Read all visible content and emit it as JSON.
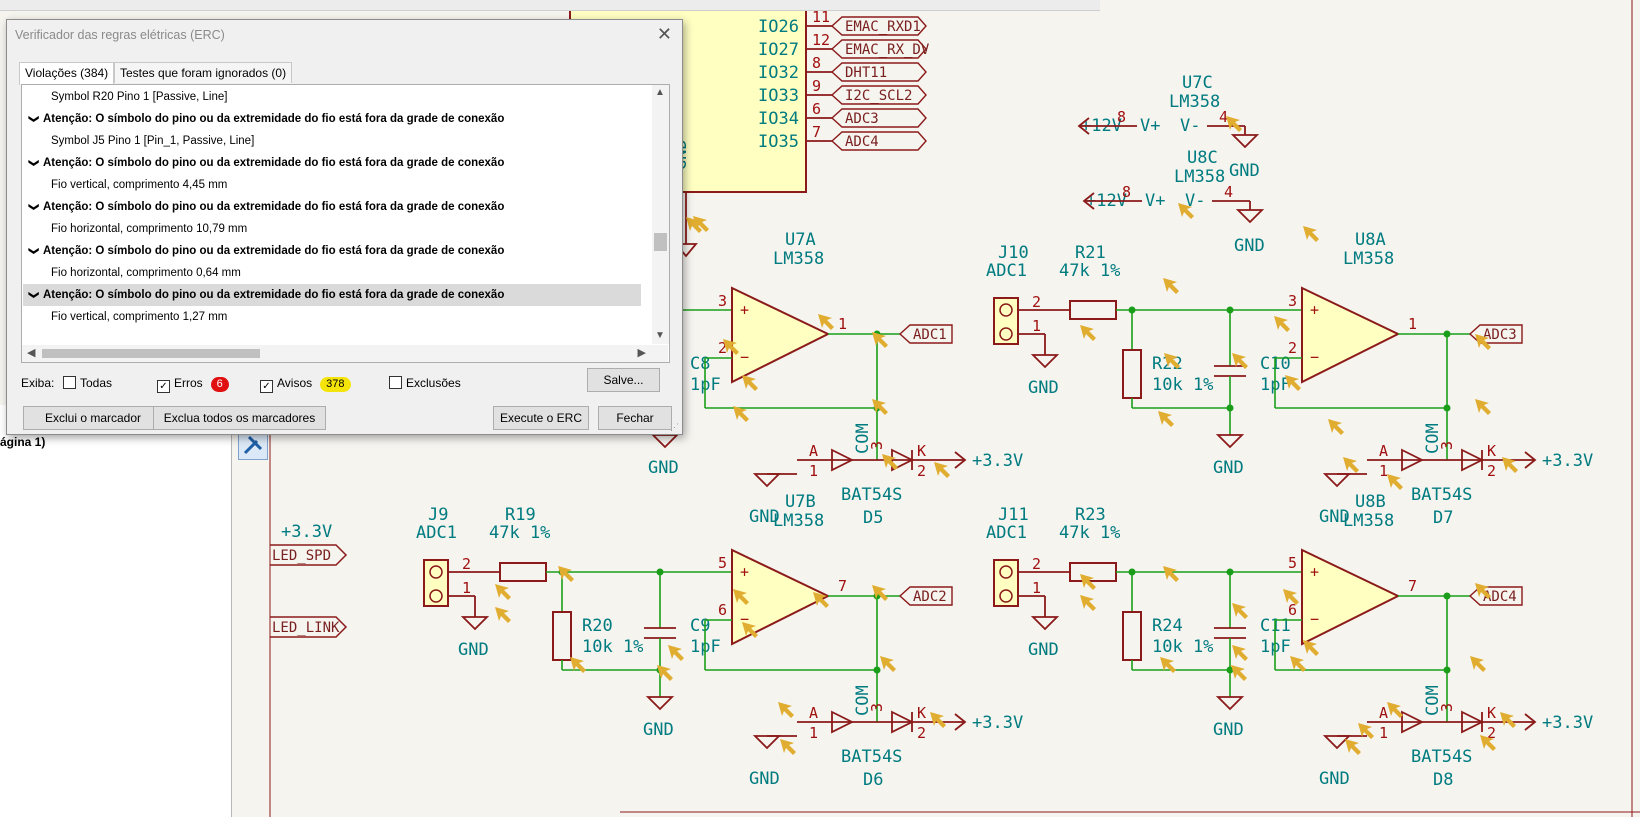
{
  "dialog": {
    "title": "Verificador das regras elétricas (ERC)",
    "close_glyph": "✕",
    "tabs": [
      "Violações (384)",
      "Testes que foram ignorados (0)"
    ],
    "violations": [
      {
        "kind": "detail",
        "text": "Symbol R20 Pino 1 [Passive, Line]"
      },
      {
        "kind": "heading",
        "text": "Atenção: O símbolo do pino ou da extremidade do fio está fora da grade de conexão"
      },
      {
        "kind": "detail",
        "text": "Symbol J5 Pino 1 [Pin_1, Passive, Line]"
      },
      {
        "kind": "heading",
        "text": "Atenção: O símbolo do pino ou da extremidade do fio está fora da grade de conexão"
      },
      {
        "kind": "detail",
        "text": "Fio vertical, comprimento 4,45 mm"
      },
      {
        "kind": "heading",
        "text": "Atenção: O símbolo do pino ou da extremidade do fio está fora da grade de conexão"
      },
      {
        "kind": "detail",
        "text": "Fio horizontal, comprimento 10,79 mm"
      },
      {
        "kind": "heading",
        "text": "Atenção: O símbolo do pino ou da extremidade do fio está fora da grade de conexão"
      },
      {
        "kind": "detail",
        "text": "Fio horizontal, comprimento 0,64 mm"
      },
      {
        "kind": "heading",
        "selected": true,
        "text": "Atenção: O símbolo do pino ou da extremidade do fio está fora da grade de conexão"
      },
      {
        "kind": "detail",
        "text": "Fio vertical, comprimento 1,27 mm"
      }
    ],
    "filters": {
      "show_label": "Exiba:",
      "all": {
        "label": "Todas",
        "checked": false
      },
      "errors": {
        "label": "Erros",
        "checked": true,
        "count": "6",
        "color": "#e01010"
      },
      "warnings": {
        "label": "Avisos",
        "checked": true,
        "count": "378",
        "color": "#f5e40a"
      },
      "exclusions": {
        "label": "Exclusões",
        "checked": false
      },
      "save_label": "Salve..."
    },
    "buttons": {
      "delete_marker": "Exclui o marcador",
      "delete_all_markers": "Exclua todos os marcadores",
      "run_erc": "Execute o ERC",
      "close": "Fechar"
    }
  },
  "left_panel": {
    "item": "ágina 1)"
  },
  "schematic": {
    "mcu_pins": [
      {
        "name": "IO26",
        "num": "11",
        "label": "EMAC_RXD1"
      },
      {
        "name": "IO27",
        "num": "12",
        "label": "EMAC_RX_DV"
      },
      {
        "name": "IO32",
        "num": "8",
        "label": "DHT11"
      },
      {
        "name": "IO33",
        "num": "9",
        "label": "I2C_SCL2"
      },
      {
        "name": "IO34",
        "num": "6",
        "label": "ADC3"
      },
      {
        "name": "IO35",
        "num": "7",
        "label": "ADC4"
      }
    ],
    "mcu_gnd": "GND",
    "power_units": [
      {
        "ref": "U7C",
        "value": "LM358",
        "rail": "+12V",
        "pin_v": "8",
        "pin_g": "4",
        "vplus": "V+",
        "vminus": "V-",
        "gnd": "GND"
      },
      {
        "ref": "U8C",
        "value": "LM358",
        "rail": "+12V",
        "pin_v": "8",
        "pin_g": "4",
        "vplus": "V+",
        "vminus": "V-",
        "gnd": "GND"
      }
    ],
    "stages": [
      {
        "conn": "",
        "conn_val": "",
        "r1": "",
        "r1v": "",
        "r2": "",
        "r2v": "",
        "cap": "C8",
        "capv": "1pF",
        "opamp": "U7A",
        "opval": "LM358",
        "pin_p": "3",
        "pin_n": "2",
        "pin_o": "1",
        "out": "ADC1",
        "diode": "BAT54S",
        "dref": "D5",
        "rail": "+3.3V"
      },
      {
        "conn": "J10",
        "conn_val": "ADC1",
        "r1": "R21",
        "r1v": "47k 1%",
        "r2": "R22",
        "r2v": "10k 1%",
        "cap": "C10",
        "capv": "1pF",
        "opamp": "U8A",
        "opval": "LM358",
        "pin_p": "3",
        "pin_n": "2",
        "pin_o": "1",
        "out": "ADC3",
        "diode": "BAT54S",
        "dref": "D7",
        "rail": "+3.3V"
      },
      {
        "conn": "J9",
        "conn_val": "ADC1",
        "r1": "R19",
        "r1v": "47k 1%",
        "r2": "R20",
        "r2v": "10k 1%",
        "cap": "C9",
        "capv": "1pF",
        "opamp": "U7B",
        "opval": "LM358",
        "pin_p": "5",
        "pin_n": "6",
        "pin_o": "7",
        "out": "ADC2",
        "diode": "BAT54S",
        "dref": "D6",
        "rail": "+3.3V"
      },
      {
        "conn": "J11",
        "conn_val": "ADC1",
        "r1": "R23",
        "r1v": "47k 1%",
        "r2": "R24",
        "r2v": "10k 1%",
        "cap": "C11",
        "capv": "1pF",
        "opamp": "U8B",
        "opval": "LM358",
        "pin_p": "5",
        "pin_n": "6",
        "pin_o": "7",
        "out": "ADC4",
        "diode": "BAT54S",
        "dref": "D8",
        "rail": "+3.3V"
      }
    ],
    "gnd": "GND",
    "diode_a": "A",
    "diode_k": "K",
    "diode_com": "COM",
    "diode_pins": [
      "1",
      "3",
      "2"
    ],
    "conn_pins": [
      "2",
      "1"
    ],
    "left_rail": "+3.3V",
    "left_labels": [
      "LED_SPD",
      "LED_LINK"
    ]
  }
}
